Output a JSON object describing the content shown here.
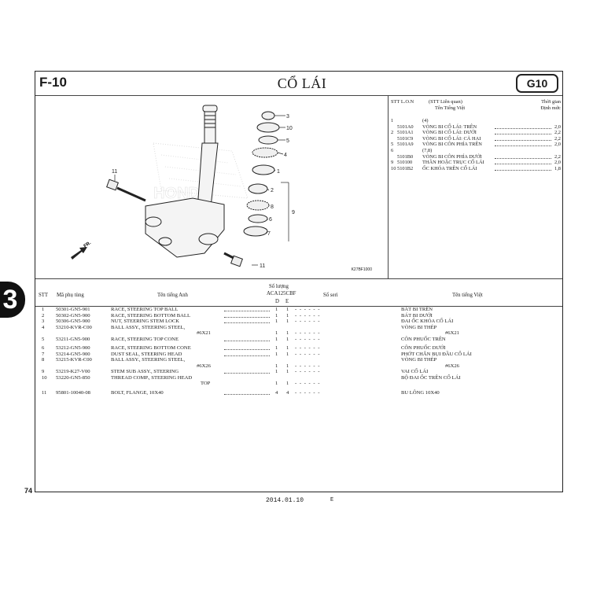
{
  "header": {
    "fig_code": "F-10",
    "title": "CỔ LÁI",
    "badge": "G10"
  },
  "side_tab": "3",
  "page_number": "74",
  "footer": {
    "date": "2014.01.10",
    "mark": "E"
  },
  "diagram": {
    "watermark": "HONDA",
    "front_label": "FR.",
    "ref_code": "K27BF1000",
    "callouts": [
      "3",
      "10",
      "5",
      "4",
      "1",
      "2",
      "8",
      "9",
      "6",
      "7",
      "11",
      "11"
    ]
  },
  "lon_list": {
    "headers": {
      "col1": "STT L.O.N",
      "col2": "(STT Liên quan)",
      "col2b": "Tên Tiếng Việt",
      "col3": "Thời gian",
      "col3b": "Định mức"
    },
    "rows": [
      {
        "no": "1",
        "code": "",
        "name": "(4)",
        "value": ""
      },
      {
        "no": "",
        "code": "5101A0",
        "name": "VÒNG BI CỔ LÁI: TRÊN",
        "value": "2,0"
      },
      {
        "no": "2",
        "code": "5101A1",
        "name": "VÒNG BI CỔ LÁI: DƯỚI",
        "value": "2,2"
      },
      {
        "no": "",
        "code": "5101C9",
        "name": "VÒNG BI CỔ LÁI: CẢ HAI",
        "value": "2,2"
      },
      {
        "no": "5",
        "code": "5101A9",
        "name": "VÒNG BI CÔN PHÍA TRÊN",
        "value": "2,0"
      },
      {
        "no": "6",
        "code": "",
        "name": "(7,8)",
        "value": ""
      },
      {
        "no": "",
        "code": "5101B0",
        "name": "VÒNG BI CÔN PHÍA DƯỚI",
        "value": "2,2"
      },
      {
        "no": "9",
        "code": "510100",
        "name": "THÂN HOẶC TRỤC CỔ LÁI",
        "value": "2,0"
      },
      {
        "no": "10",
        "code": "5101B2",
        "name": "ỐC KHÓA TRÊN CỔ LÁI",
        "value": "1,8"
      }
    ]
  },
  "parts_table": {
    "headers": {
      "stt": "STT",
      "part_no": "Mã phụ tùng",
      "en_name": "Tên tiếng Anh",
      "qty": "Số lượng",
      "model": "ACA125CBF",
      "d": "D",
      "e": "E",
      "serial": "Số seri",
      "vn_name": "Tên tiếng Việt"
    },
    "rows": [
      {
        "stt": "1",
        "part": "50301-GN5-901",
        "en": "RACE, STEERING TOP BALL",
        "d": "1",
        "e": "1",
        "serial": "- - - - - -",
        "vn": "BÁT BI TRÊN"
      },
      {
        "stt": "2",
        "part": "50302-GN5-900",
        "en": "RACE, STEERING BOTTOM BALL",
        "d": "1",
        "e": "1",
        "serial": "- - - - - -",
        "vn": "BÁT BI DƯỚI"
      },
      {
        "stt": "3",
        "part": "50306-GN5-900",
        "en": "NUT, STEERING STEM LOCK",
        "d": "1",
        "e": "1",
        "serial": "- - - - - -",
        "vn": "ĐAI ỐC KHÓA CỔ LÁI"
      },
      {
        "stt": "4",
        "part": "53210-KVR-C00",
        "en": "BALL ASSY., STEERING STEEL,",
        "d": "",
        "e": "",
        "serial": "",
        "vn": "VÒNG BI THÉP"
      },
      {
        "stt": "",
        "part": "",
        "en": "#6X21",
        "d": "1",
        "e": "1",
        "serial": "- - - - - -",
        "vn": "#6X21",
        "sub": true
      },
      {
        "stt": "5",
        "part": "53211-GN5-900",
        "en": "RACE, STEERING TOP CONE",
        "d": "1",
        "e": "1",
        "serial": "- - - - - -",
        "vn": "CÔN PHUỐC TRÊN"
      },
      {
        "stt": "",
        "part": "",
        "en": "",
        "d": "",
        "e": "",
        "serial": "",
        "vn": "",
        "spacer": true
      },
      {
        "stt": "6",
        "part": "53212-GN5-900",
        "en": "RACE, STEERING BOTTOM CONE",
        "d": "1",
        "e": "1",
        "serial": "- - - - - -",
        "vn": "CÔN PHUỐC DƯỚI"
      },
      {
        "stt": "7",
        "part": "53214-GN5-900",
        "en": "DUST SEAL, STEERING HEAD",
        "d": "1",
        "e": "1",
        "serial": "- - - - - -",
        "vn": "PHỚT CHẮN BỤI ĐẦU CỔ LÁI"
      },
      {
        "stt": "8",
        "part": "53215-KVR-C00",
        "en": "BALL ASSY., STEERING STEEL,",
        "d": "",
        "e": "",
        "serial": "",
        "vn": "VÒNG BI THÉP"
      },
      {
        "stt": "",
        "part": "",
        "en": "#6X26",
        "d": "1",
        "e": "1",
        "serial": "- - - - - -",
        "vn": "#6X26",
        "sub": true
      },
      {
        "stt": "9",
        "part": "53219-K27-V00",
        "en": "STEM SUB ASSY., STEERING",
        "d": "1",
        "e": "1",
        "serial": "- - - - - -",
        "vn": "VAI CỔ LÁI"
      },
      {
        "stt": "10",
        "part": "53220-GN5-850",
        "en": "THREAD COMP., STEERING HEAD",
        "d": "",
        "e": "",
        "serial": "",
        "vn": "BỘ ĐAI ỐC TRÊN CỔ LÁI"
      },
      {
        "stt": "",
        "part": "",
        "en": "TOP",
        "d": "1",
        "e": "1",
        "serial": "- - - - - -",
        "vn": "",
        "sub": true
      },
      {
        "stt": "",
        "part": "",
        "en": "",
        "d": "",
        "e": "",
        "serial": "",
        "vn": "",
        "spacer": true
      },
      {
        "stt": "11",
        "part": "95801-10040-08",
        "en": "BOLT, FLANGE, 10X40",
        "d": "4",
        "e": "4",
        "serial": "- - - - - -",
        "vn": "BU LÔNG 10X40"
      }
    ]
  }
}
